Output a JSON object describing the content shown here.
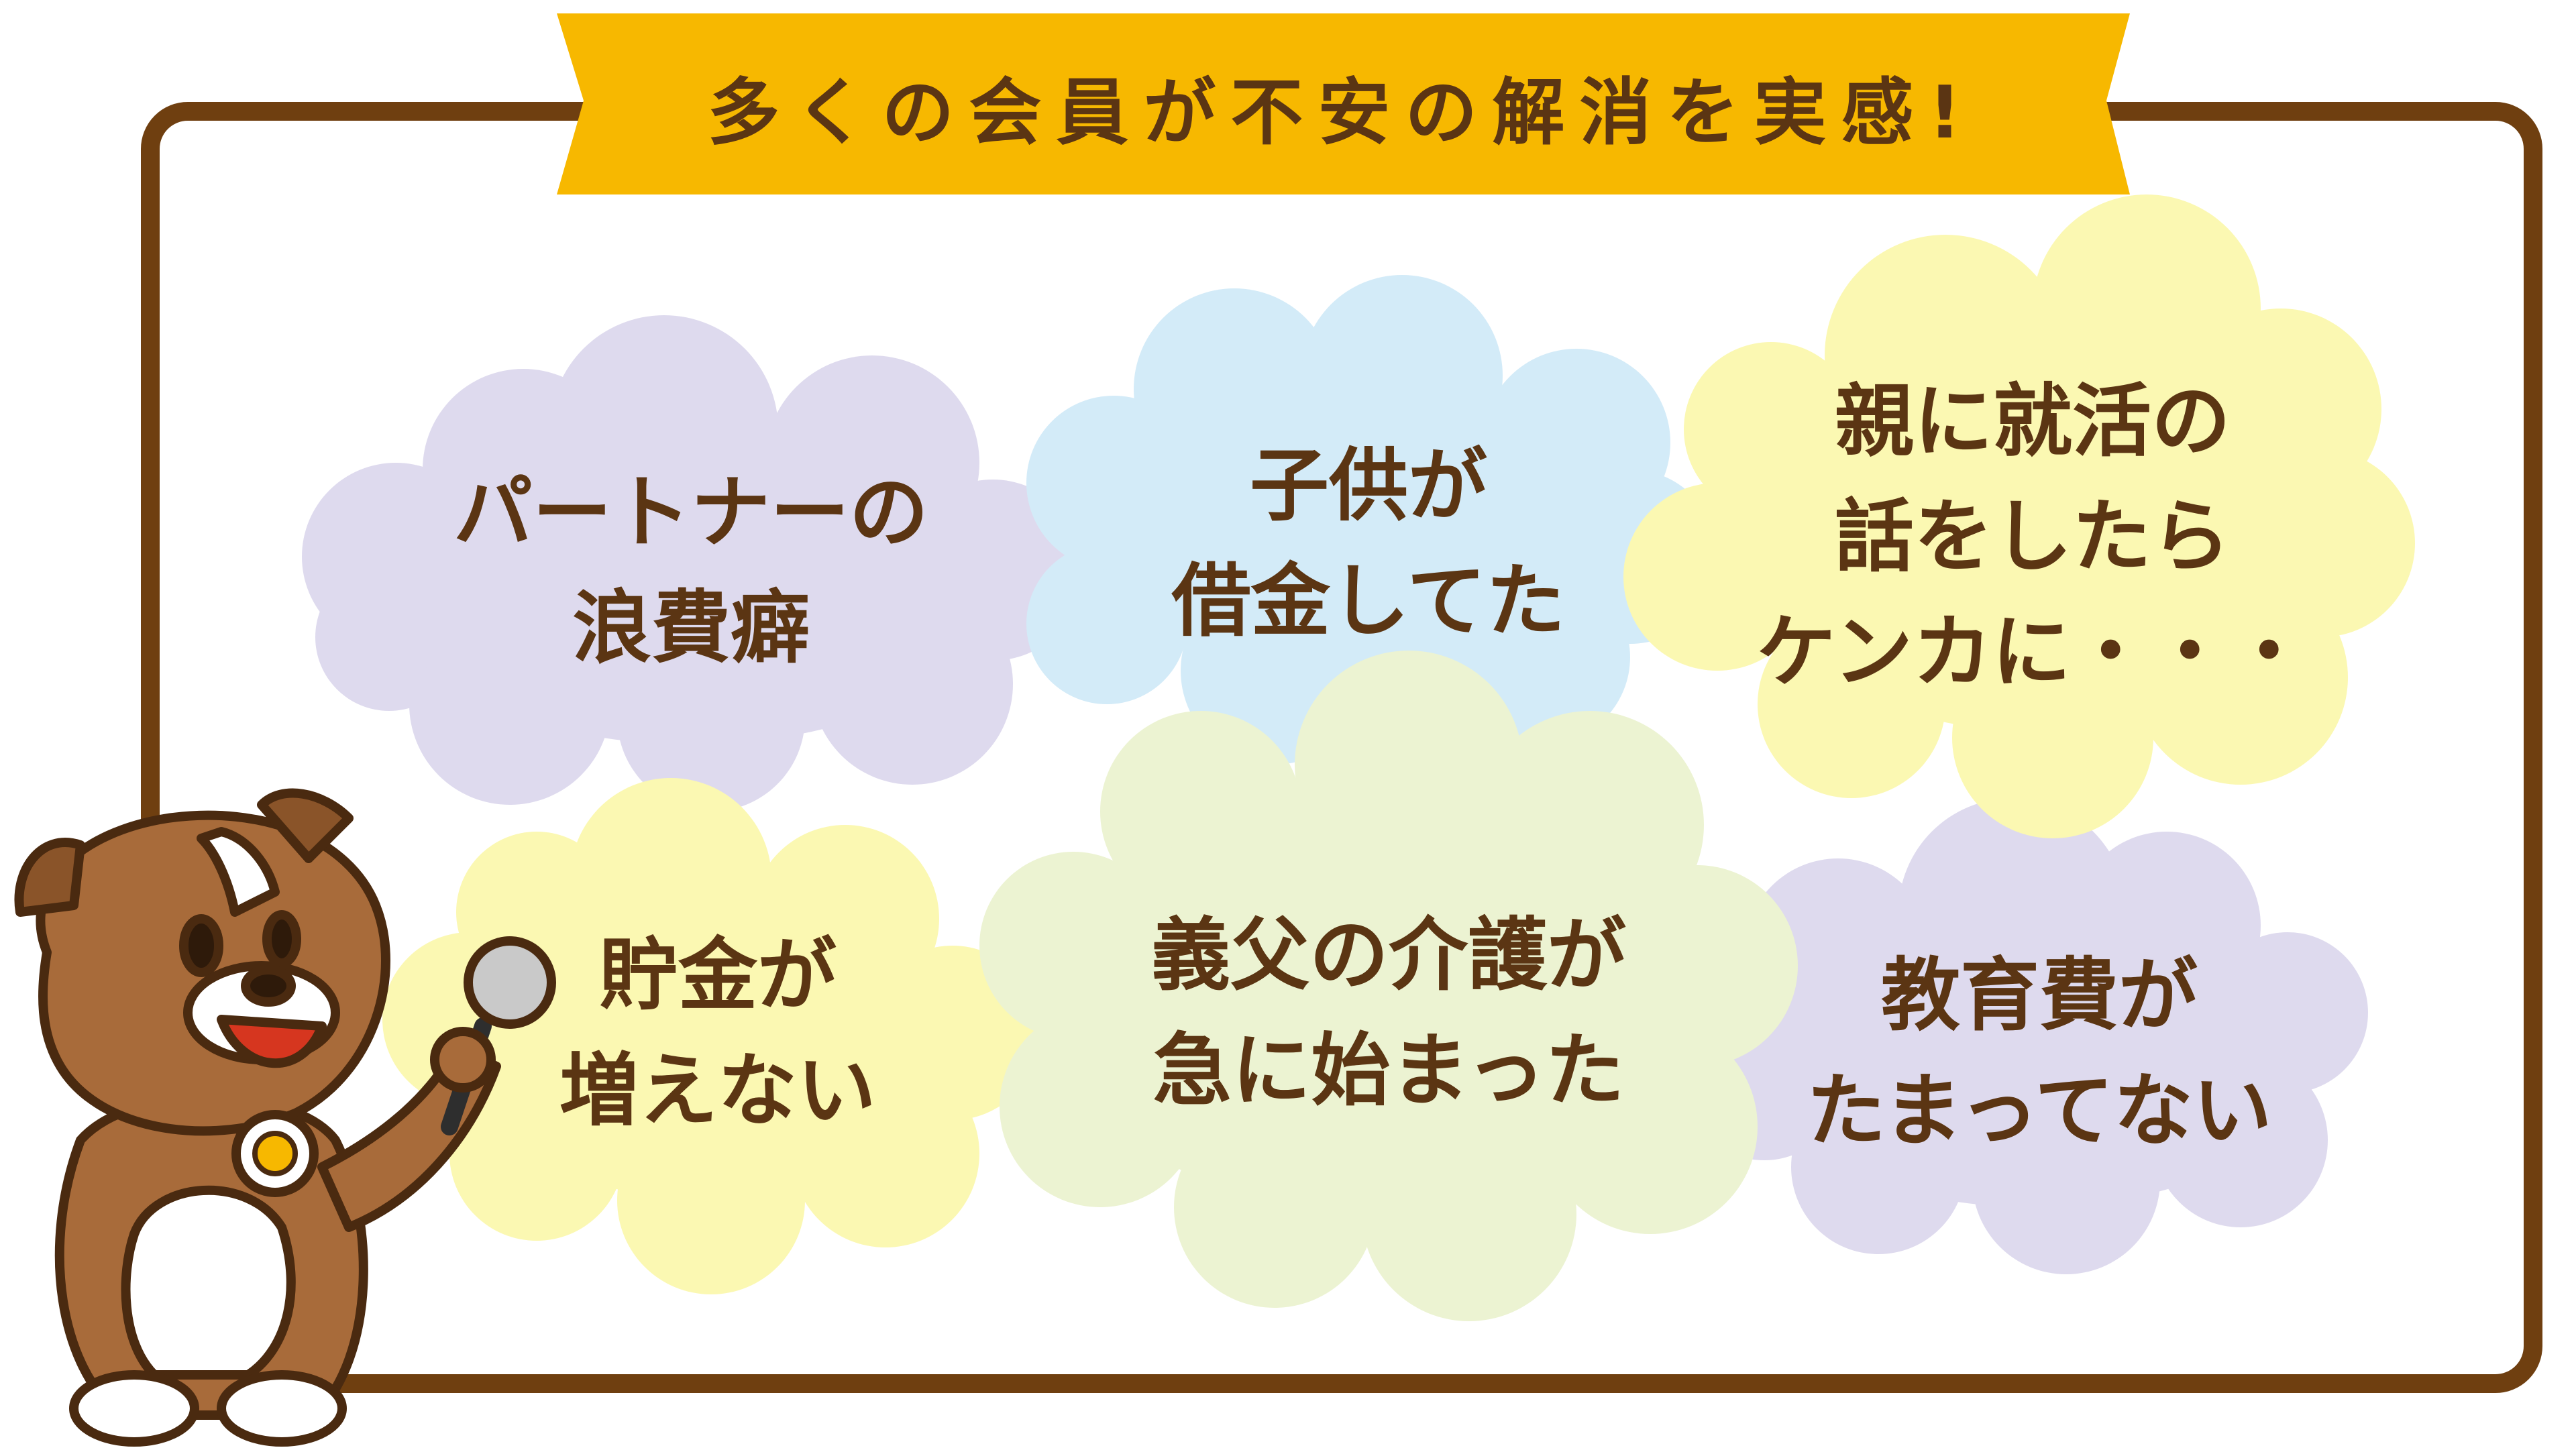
{
  "banner": {
    "title": "多くの会員が不安の解消を実感!"
  },
  "colors": {
    "frame": "#6f3f10",
    "banner": "#f7b800",
    "text": "#5b3513",
    "cloud_lavender": "#dedaee",
    "cloud_blue": "#d3ebf8",
    "cloud_yellow": "#fbf8b2",
    "cloud_green": "#ecf3d2",
    "mascot_fur": "#a86b3a",
    "mascot_outline": "#4a2a10",
    "microphone": "#c9c9c9"
  },
  "clouds": [
    {
      "id": "partner",
      "color": "lavender",
      "lines": [
        "パートナーの",
        "浪費癖"
      ]
    },
    {
      "id": "child",
      "color": "blue",
      "lines": [
        "子供が",
        "借金してた"
      ]
    },
    {
      "id": "parents",
      "color": "yellow",
      "lines": [
        "親に就活の",
        "話をしたら",
        "ケンカに・・・"
      ]
    },
    {
      "id": "savings",
      "color": "yellow",
      "lines": [
        "貯金が",
        "増えない"
      ]
    },
    {
      "id": "care",
      "color": "green",
      "lines": [
        "義父の介護が",
        "急に始まった"
      ]
    },
    {
      "id": "education",
      "color": "lavender",
      "lines": [
        "教育費が",
        "たまってない"
      ]
    }
  ],
  "mascot": {
    "icon": "dog-mascot-with-microphone-icon"
  }
}
